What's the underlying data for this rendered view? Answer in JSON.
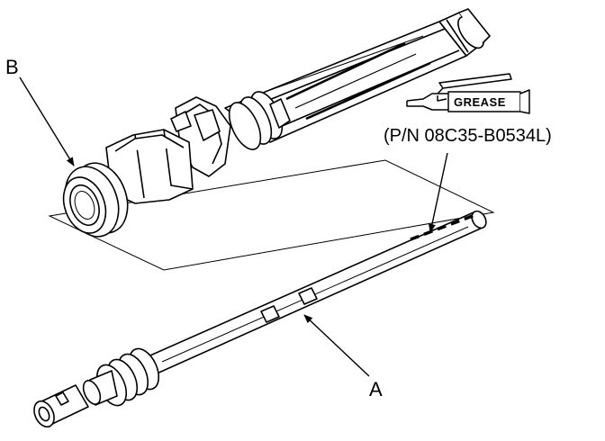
{
  "labels": {
    "part_a": "A",
    "part_b": "B"
  },
  "lubricant": {
    "icon": "grease-tube-icon",
    "tube_text": "GREASE",
    "part_number": "(P/N 08C35-B0534L)"
  }
}
